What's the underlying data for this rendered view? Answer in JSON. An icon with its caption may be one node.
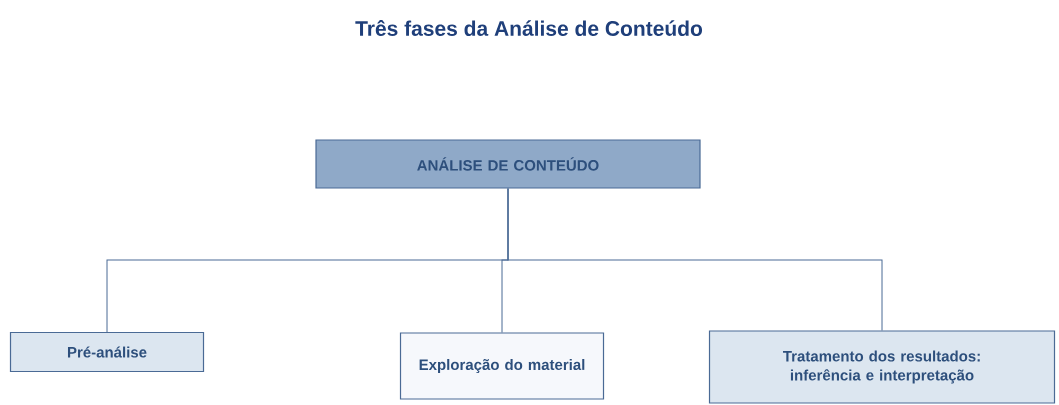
{
  "diagram": {
    "title": "Três fases da Análise de Conteúdo",
    "nodes": [
      {
        "text": [
          "ANÁLISE DE CONTEÚDO"
        ]
      },
      {
        "text": [
          "Pré-análise"
        ]
      },
      {
        "text": [
          "Exploração do material"
        ]
      },
      {
        "text": [
          "Tratamento dos resultados: inferência e interpretação"
        ]
      }
    ],
    "edges": [
      {
        "from": 0,
        "to": 1,
        "arrow": "none"
      },
      {
        "from": 0,
        "to": 2,
        "arrow": "none"
      },
      {
        "from": 0,
        "to": 3,
        "arrow": "none"
      }
    ]
  }
}
